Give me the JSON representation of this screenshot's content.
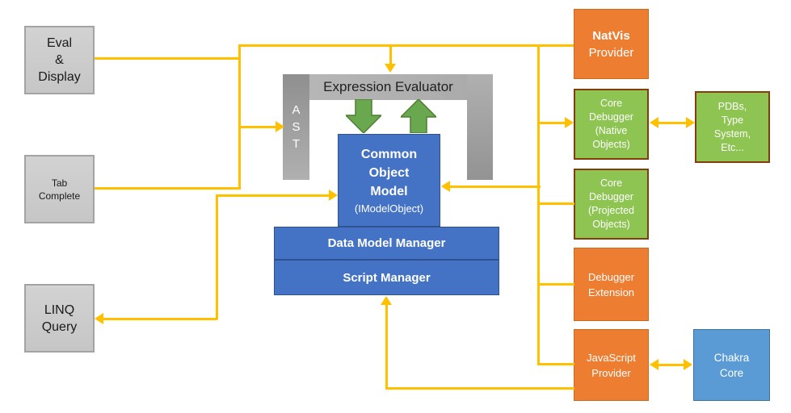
{
  "colors": {
    "connector_gold": "#FFC000",
    "orange_fill": "#ED7D31",
    "green_fill": "#8DC452",
    "green_border": "#843C0C",
    "blue_fill": "#4472C4",
    "blue_border": "#2F528F",
    "light_blue_fill": "#5B9BD5",
    "gray_fill": "#CBCBCB",
    "green_arrow_fill": "#6AA84F"
  },
  "nodes": {
    "eval_display": {
      "label": "Eval\n&\nDisplay"
    },
    "tab_complete": {
      "label": "Tab\nComplete"
    },
    "linq_query": {
      "label": "LINQ\nQuery"
    },
    "ast": {
      "label": "A\nS\nT"
    },
    "expression_evaluator": {
      "label": "Expression Evaluator"
    },
    "common_object_model": {
      "title": "Common\nObject\nModel",
      "subtitle": "(IModelObject)"
    },
    "data_model_manager": {
      "label": "Data Model Manager"
    },
    "script_manager": {
      "label": "Script Manager"
    },
    "natvis_provider": {
      "title": "NatVis",
      "subtitle": "Provider"
    },
    "core_debugger_native": {
      "label": "Core\nDebugger\n(Native\nObjects)"
    },
    "pdbs": {
      "label": "PDBs,\nType\nSystem,\nEtc..."
    },
    "core_debugger_projected": {
      "label": "Core\nDebugger\n(Projected\nObjects)"
    },
    "debugger_extension": {
      "label": "Debugger\nExtension"
    },
    "javascript_provider": {
      "label": "JavaScript\nProvider"
    },
    "chakra_core": {
      "label": "Chakra\nCore"
    }
  }
}
